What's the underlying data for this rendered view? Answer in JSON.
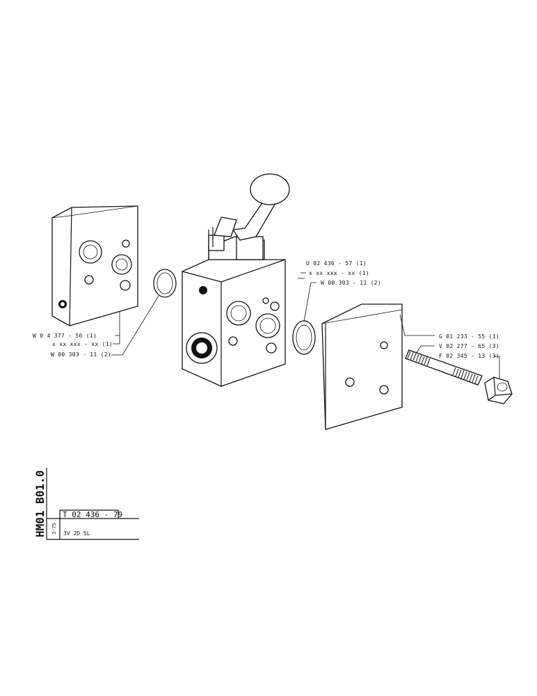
{
  "callouts": {
    "u_assembly": "U 02 436 - 57 (1)",
    "x_right": "x  xx  xxx - xx (1)",
    "w_right": "W 00 303 - 11 (2)",
    "g_plate": "G 01 233 - 55 (1)",
    "v_bolt": "V 02 277 - 65 (3)",
    "f_nut": "F 02 345 - 13 (3)",
    "w_left_plate": "W 0 4 377 - 56 (1)",
    "x_left": "x  xx  xxx - xx (1)",
    "w_left": "W 00 303 - 11 (2)"
  },
  "title_block": {
    "drawing_code": "HM01 B01.0",
    "date": "3-75",
    "part_number": "T 02 436 - 79",
    "description": "3V  2D  5L"
  }
}
